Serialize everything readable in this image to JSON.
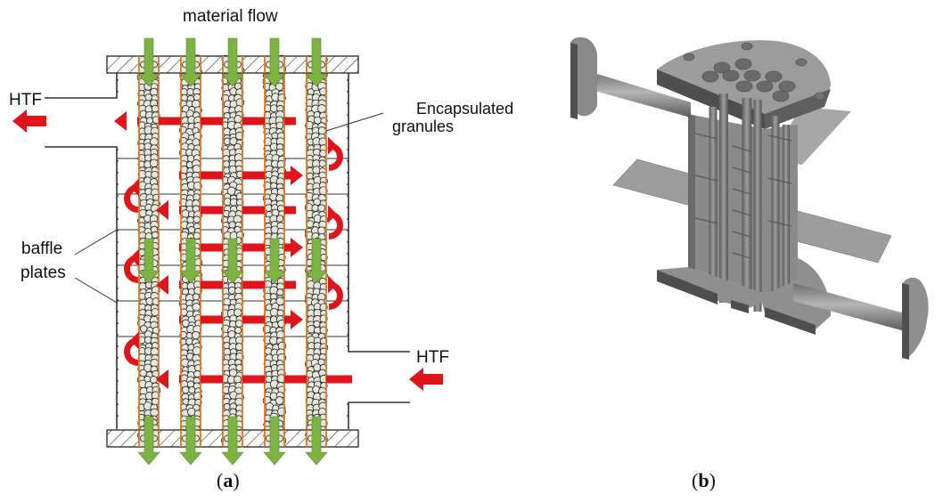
{
  "figure_a": {
    "caption_letter": "a",
    "labels": {
      "material_flow": "material flow",
      "htf_outlet": "HTF",
      "htf_inlet": "HTF",
      "encapsulated_line1": "Encapsulated",
      "encapsulated_line2": "granules",
      "baffle_line1": "baffle",
      "baffle_line2": "plates"
    },
    "tube_count": 5,
    "baffle_count": 6,
    "colors": {
      "material_arrow": "#7cb342",
      "htf_arrow": "#e0151b",
      "tube_border": "#e07b2a",
      "granule_fill": "#e6e6dc",
      "shell_line": "#333333"
    }
  },
  "figure_b": {
    "caption_letter": "b",
    "description": "3D cutaway of shell-and-tube heat exchanger",
    "colors": {
      "body_light": "#9a9a9a",
      "body_mid": "#7d7d7d",
      "body_dark": "#4f4f4f"
    }
  }
}
